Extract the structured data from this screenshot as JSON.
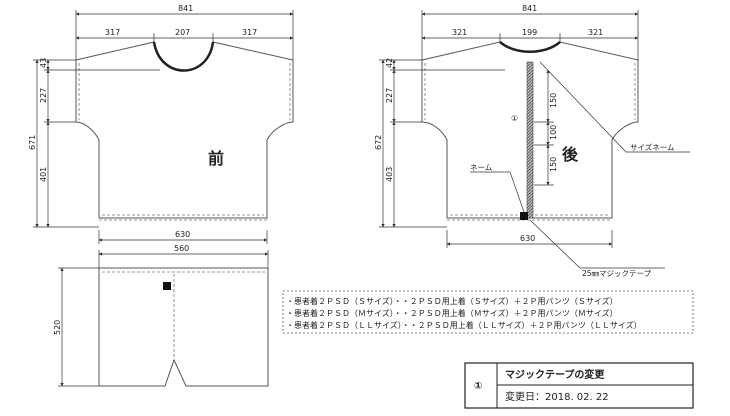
{
  "front": {
    "label": "前",
    "dims": {
      "total_width": "841",
      "left_shoulder": "317",
      "neck": "207",
      "right_shoulder": "317",
      "neck_drop": "43",
      "armhole": "227",
      "total_length": "671",
      "body_lower": "401",
      "hem": "630"
    }
  },
  "back": {
    "label": "後",
    "dims": {
      "total_width": "841",
      "left_shoulder": "321",
      "neck": "199",
      "right_shoulder": "321",
      "neck_drop": "42",
      "armhole": "227",
      "total_length": "672",
      "body_lower": "403",
      "hem": "630",
      "tape_upper": "150",
      "tape_middle": "100",
      "tape_lower": "150"
    },
    "revision_marker": "①",
    "callouts": {
      "size_label": "サイズネーム",
      "name_label": "ネーム",
      "tape_label": "25㎜マジックテープ"
    }
  },
  "pants": {
    "dims": {
      "width": "560",
      "length": "520"
    }
  },
  "legend": {
    "lines": [
      "・患者着２ＰＳＤ（Ｓサイズ）・・２ＰＳＤ用上着（Ｓサイズ）＋２Ｐ用パンツ（Ｓサイズ）",
      "・患者着２ＰＳＤ（Ｍサイズ）・・２ＰＳＤ用上着（Ｍサイズ）＋２Ｐ用パンツ（Ｍサイズ）",
      "・患者着２ＰＳＤ（ＬＬサイズ）・・２ＰＳＤ用上着（ＬＬサイズ）＋２Ｐ用パンツ（ＬＬサイズ）"
    ]
  },
  "revision": {
    "marker": "①",
    "title": "マジックテープの変更",
    "date": "変更日：2018. 02. 22"
  }
}
